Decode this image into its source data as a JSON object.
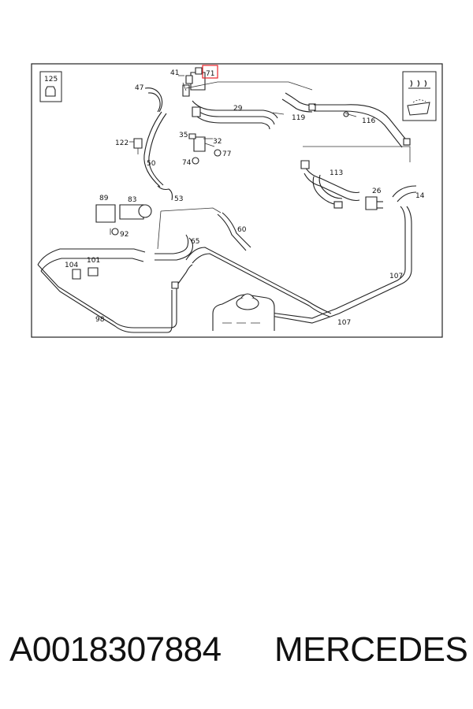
{
  "diagram": {
    "callouts": {
      "c125": "125",
      "c47": "47",
      "c41": "41",
      "c71": "71",
      "c29": "29",
      "c119": "119",
      "c116": "116",
      "c122": "122",
      "c35": "35",
      "c32": "32",
      "c77": "77",
      "c74": "74",
      "c50": "50",
      "c113": "113",
      "c26": "26",
      "c14": "14",
      "c89": "89",
      "c83": "83",
      "c53": "53",
      "c92": "92",
      "c60": "60",
      "c65": "65",
      "c104": "104",
      "c101": "101",
      "c107a": "107",
      "c98": "98",
      "c107b": "107"
    },
    "highlight_color": "#e8232a",
    "highlighted_callout": "71",
    "heating_symbol": "heater-windshield-icon"
  },
  "caption": {
    "part_number": "A0018307884",
    "brand": "MERCEDES"
  }
}
